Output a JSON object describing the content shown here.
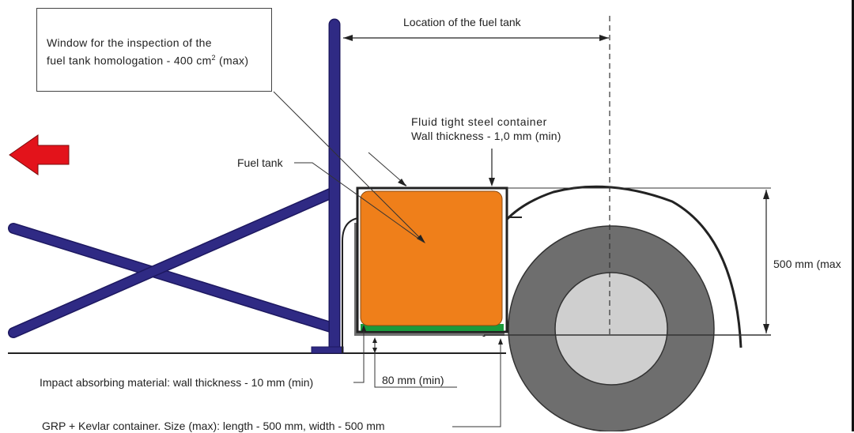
{
  "labels": {
    "location": "Location of the fuel tank",
    "window_line1": "Window for the inspection of the",
    "window_line2_pre": "fuel tank homologation - 400 cm",
    "window_line2_sup": "2",
    "window_line2_post": "(max)",
    "container_line1": "Fluid tight steel container",
    "container_line2": "Wall thickness - 1,0 mm (min)",
    "fuel_tank": "Fuel tank",
    "height": "500 mm (max",
    "impact": "Impact absorbing material: wall thickness - 10 mm (min)",
    "clearance": "80 mm (min)",
    "grp": "GRP + Kevlar container. Size (max): length - 500 mm, width - 500 mm"
  },
  "colors": {
    "frame_tube": "#2f2a84",
    "fuel_tank": "#ef7f1a",
    "impact_layer": "#1a9a3c",
    "grp_container": "#707070",
    "tyre": "#6e6e6e",
    "rim": "#cfcfcf",
    "arrow": "#e3131b"
  },
  "icons": {
    "direction": "left-arrow-icon"
  }
}
